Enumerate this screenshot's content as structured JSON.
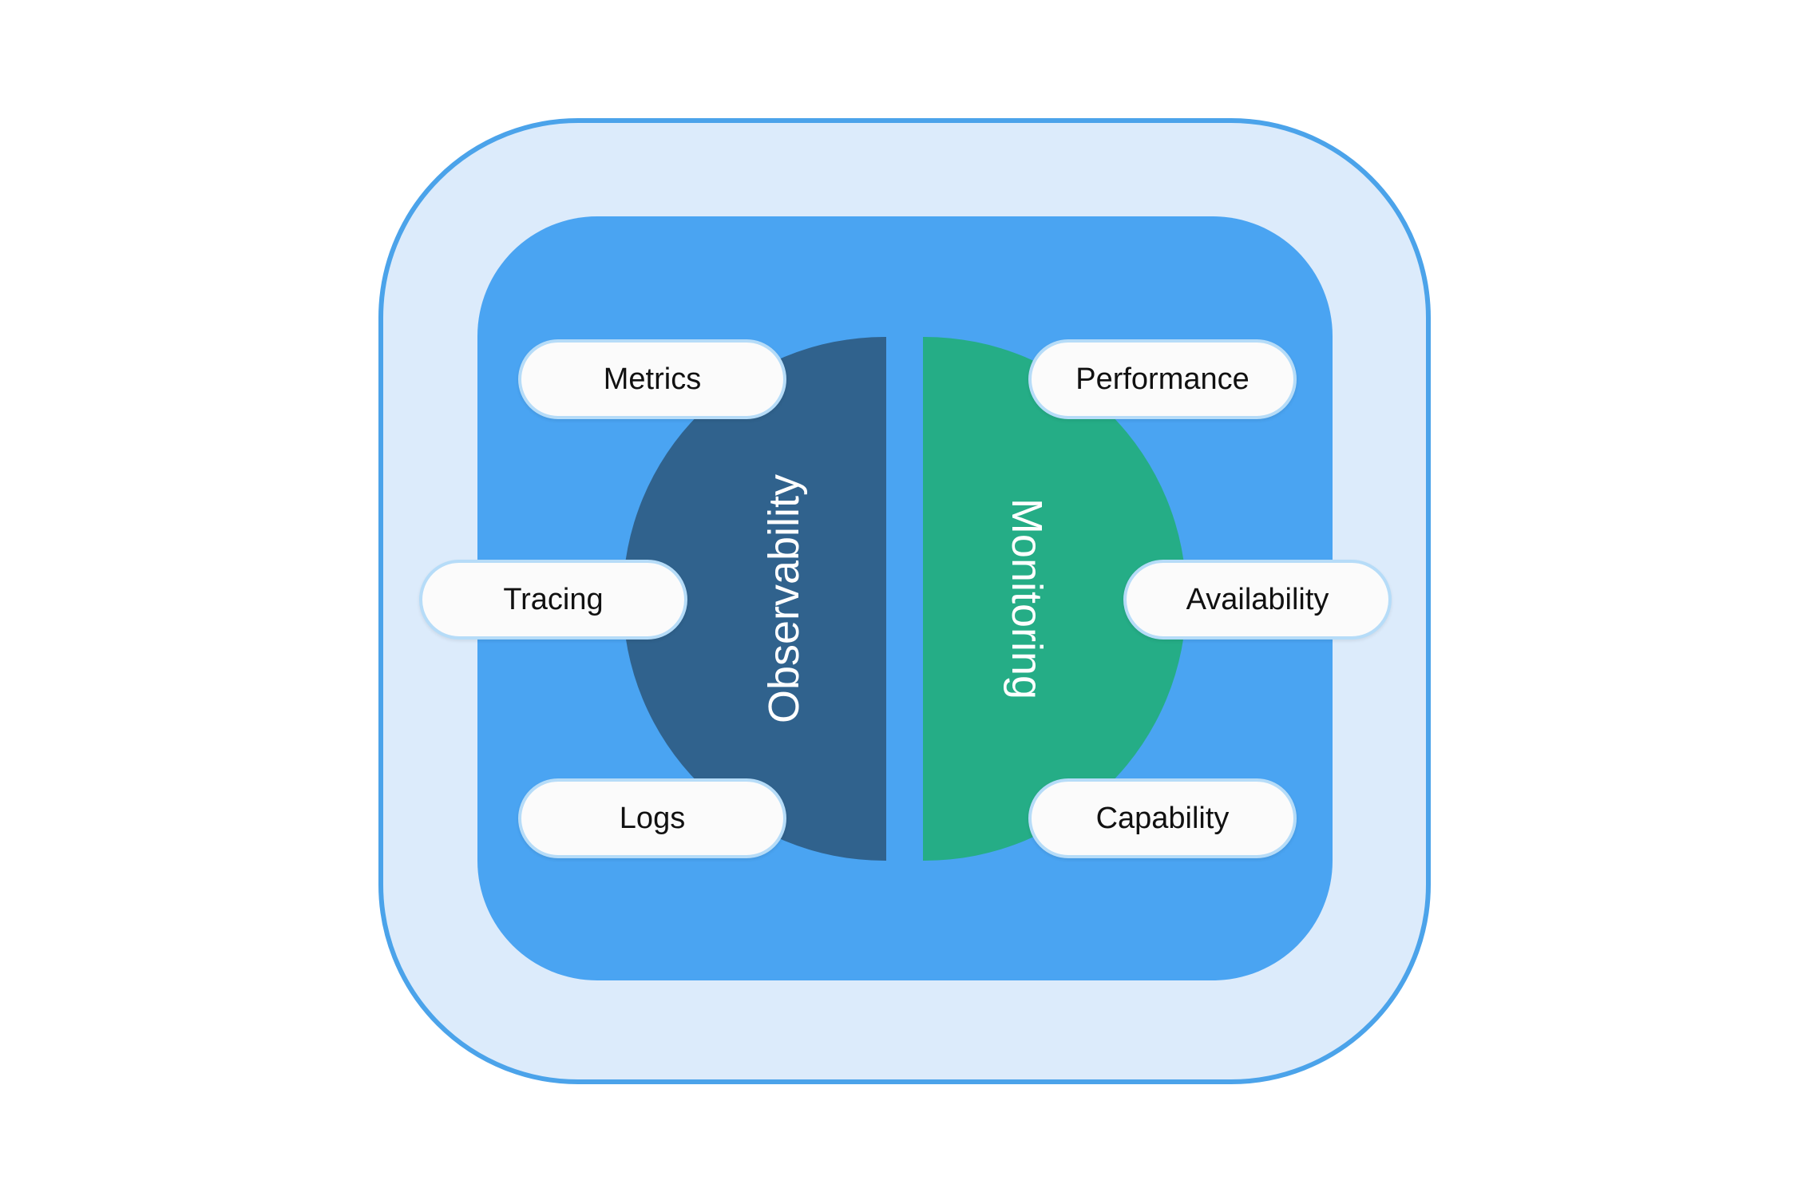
{
  "colors": {
    "background": "#ffffff",
    "outer_fill": "#dcebfb",
    "outer_border": "#4ba3ea",
    "inner_fill": "#4aa4f2",
    "observability_fill": "#30628d",
    "monitoring_fill": "#25ad86",
    "pill_fill": "#fbfbfb",
    "pill_border": "#b6dcf8",
    "label_text": "#ffffff",
    "pill_text": "#111111"
  },
  "observability": {
    "title": "Observability",
    "items": [
      "Metrics",
      "Tracing",
      "Logs"
    ]
  },
  "monitoring": {
    "title": "Monitoring",
    "items": [
      "Performance",
      "Availability",
      "Capability"
    ]
  }
}
